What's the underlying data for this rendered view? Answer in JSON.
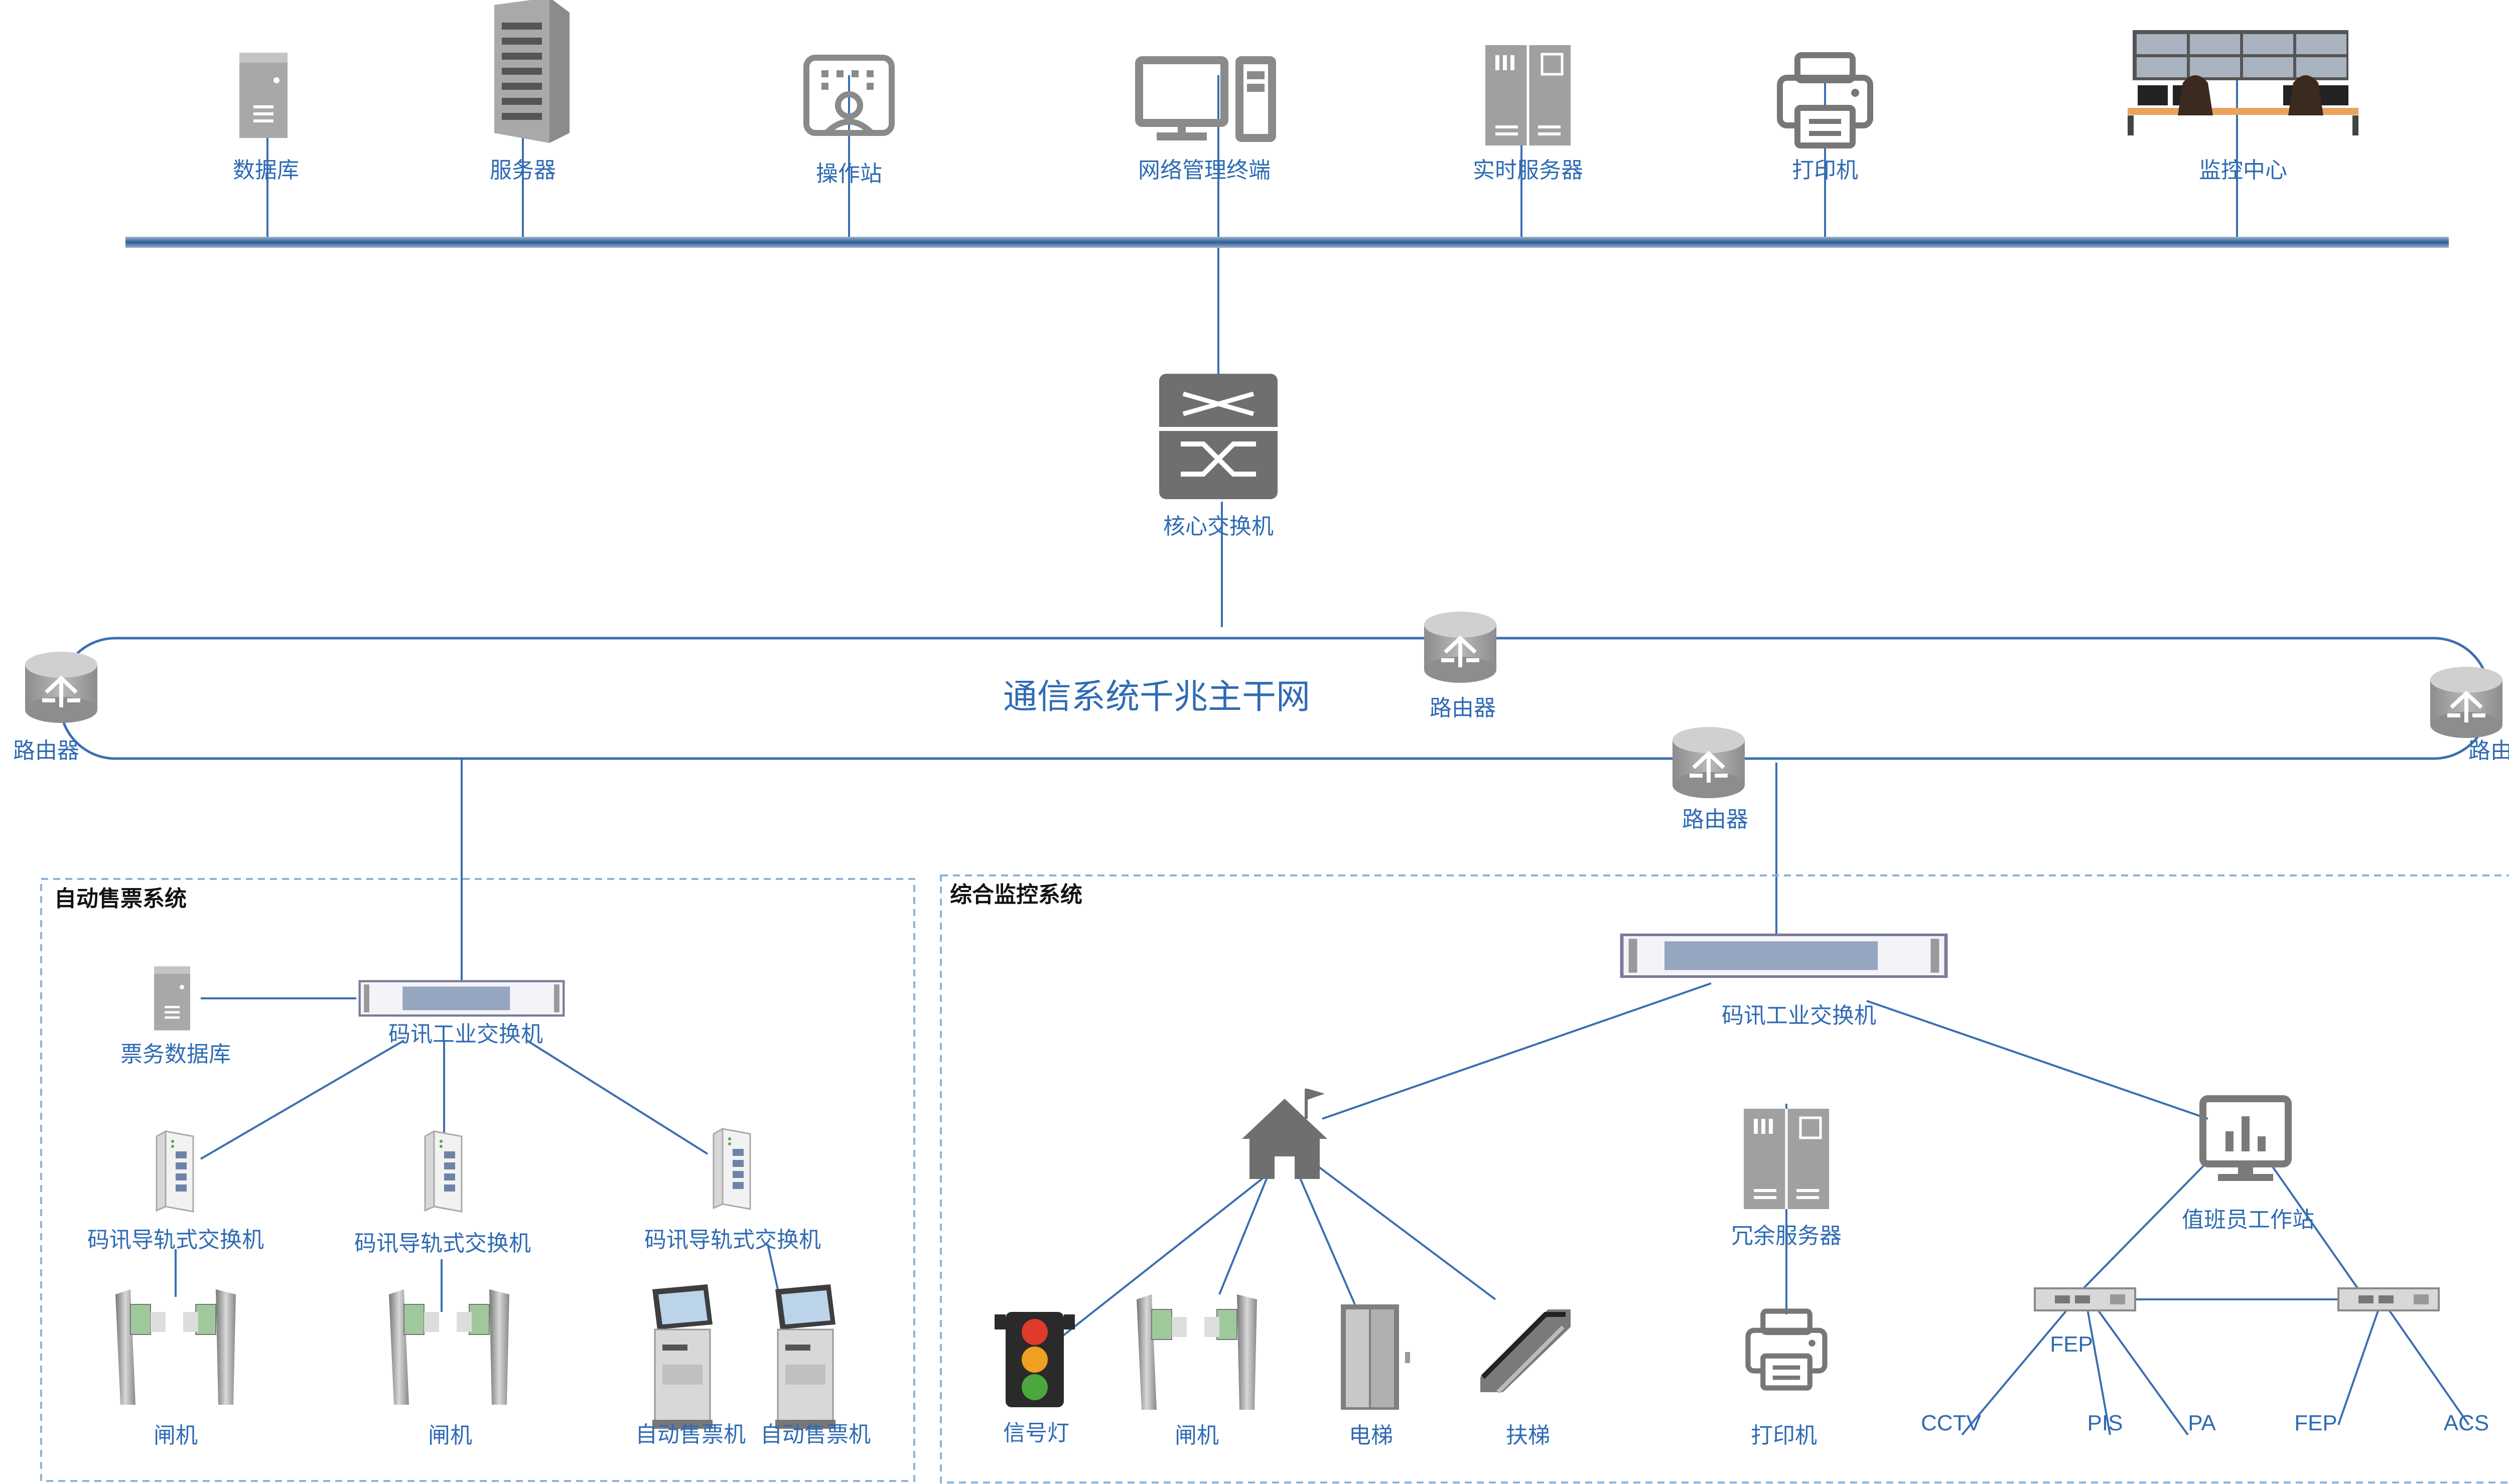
{
  "colors": {
    "link": "#3b6fb0",
    "label": "#2f6bb3",
    "icon": "#8a8a8a",
    "bus": "#2d5c96",
    "box_border": "#8fb3d6"
  },
  "top_devices": [
    {
      "icon": "database-server-icon",
      "label": "数据库"
    },
    {
      "icon": "rack-server-icon",
      "label": "服务器"
    },
    {
      "icon": "operator-station-icon",
      "label": "操作站"
    },
    {
      "icon": "desktop-pc-icon",
      "label": "网络管理终端"
    },
    {
      "icon": "cabinet-server-icon",
      "label": "实时服务器"
    },
    {
      "icon": "printer-icon",
      "label": "打印机"
    },
    {
      "icon": "control-room-icon",
      "label": "监控中心"
    }
  ],
  "core": {
    "icon": "core-switch-icon",
    "label": "核心交换机"
  },
  "backbone": {
    "label": "通信系统千兆主干网",
    "routers": [
      "路由器",
      "路由器",
      "路由器",
      "路由器"
    ]
  },
  "afc": {
    "title": "自动售票系统",
    "switch_label": "码讯工业交换机",
    "db_label": "票务数据库",
    "rail_switches": [
      "码讯导轨式交换机",
      "码讯导轨式交换机",
      "码讯导轨式交换机"
    ],
    "terminals": [
      "闸机",
      "闸机",
      "自动售票机",
      "自动售票机"
    ]
  },
  "iscs": {
    "title": "综合监控系统",
    "switch_label": "码讯工业交换机",
    "building_icon": "building-icon",
    "field_devices": [
      "信号灯",
      "闸机",
      "电梯",
      "扶梯"
    ],
    "redundant_server": "冗余服务器",
    "printer": "打印机",
    "workstation": "值班员工作站",
    "fep_subsystems": [
      "FEP",
      "CCTV",
      "PIS",
      "PA",
      "FEP",
      "ACS"
    ]
  }
}
